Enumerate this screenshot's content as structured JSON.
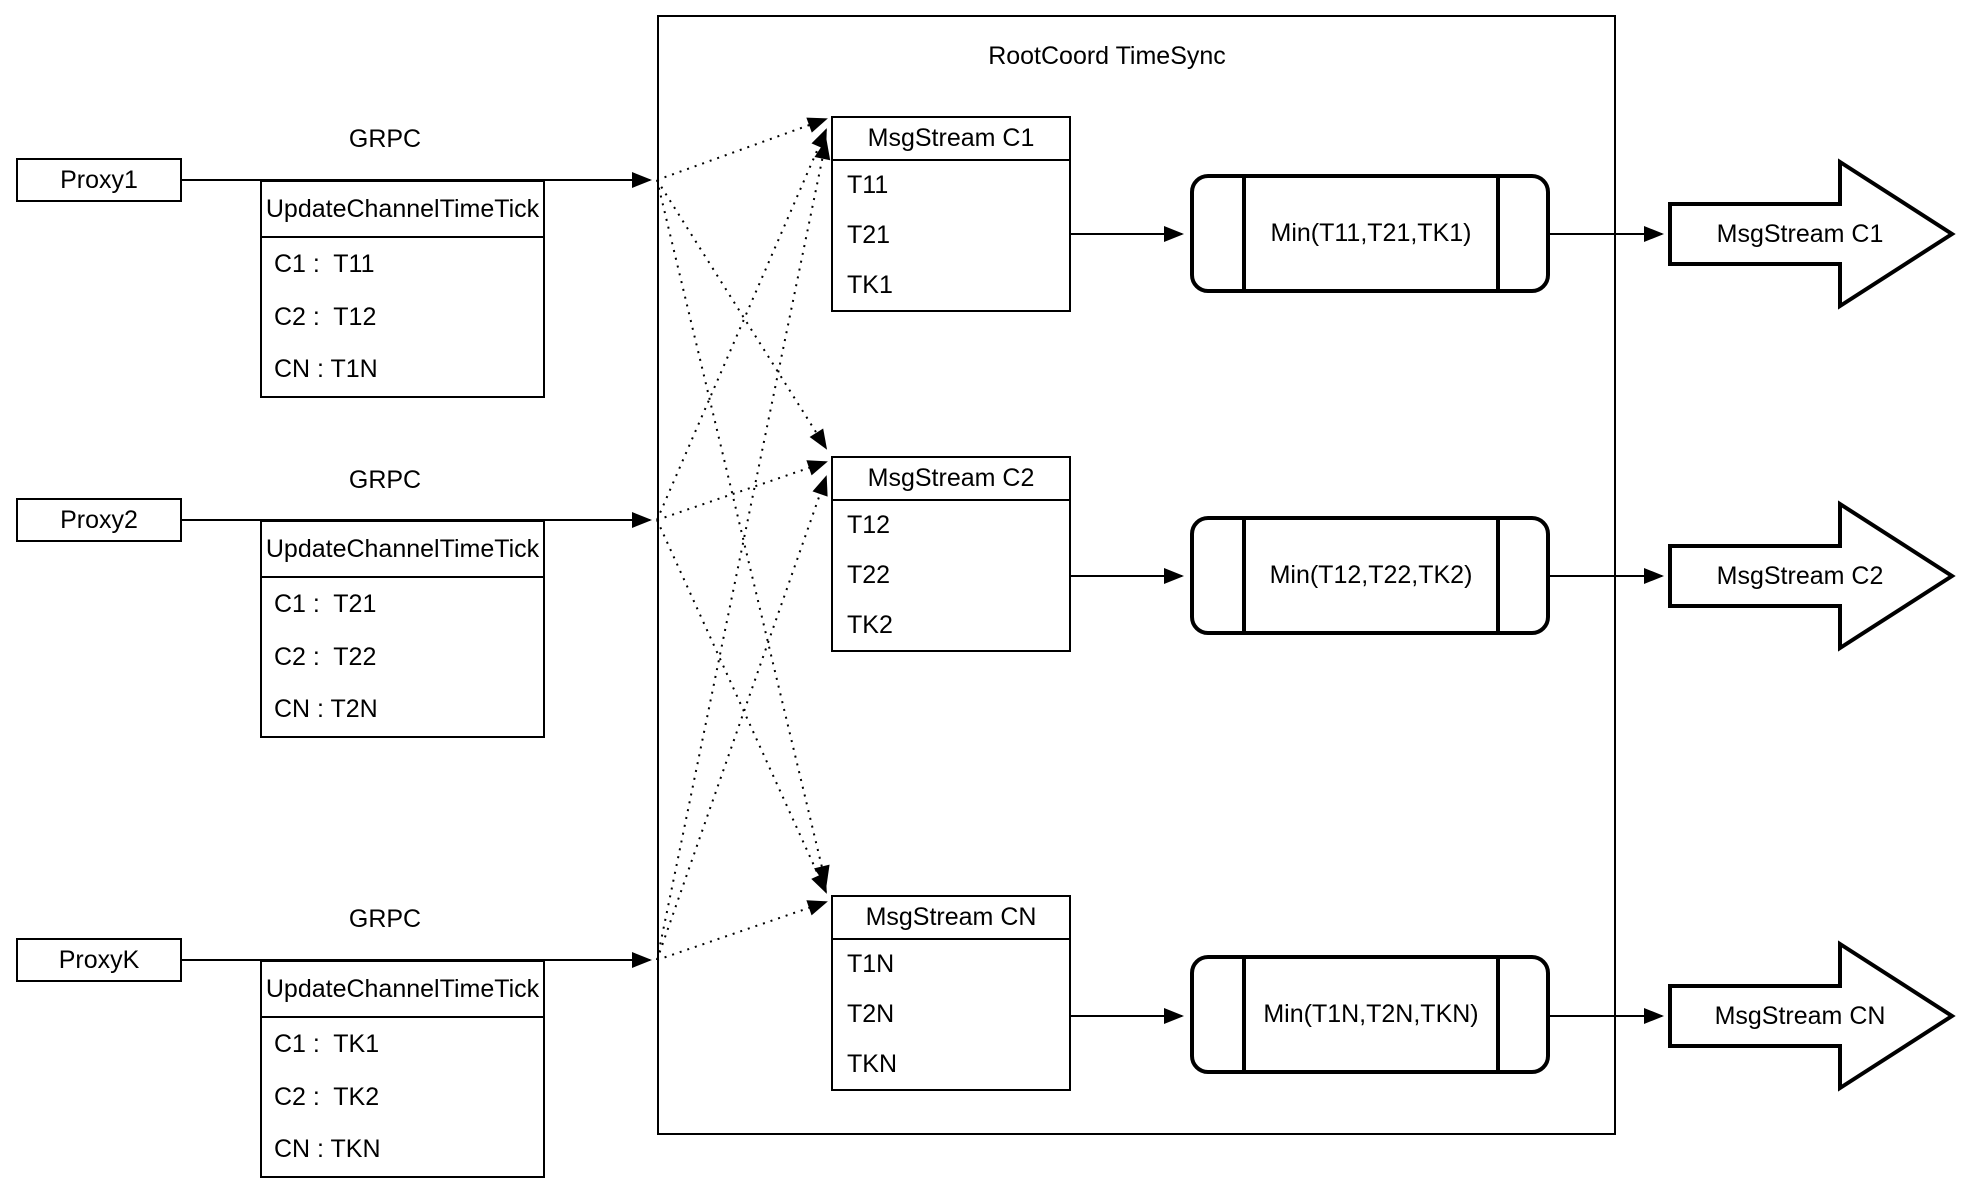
{
  "diagram": {
    "colors": {
      "stroke": "#000000",
      "background": "#ffffff"
    },
    "rootcoord": {
      "title": "RootCoord TimeSync"
    },
    "proxies": [
      {
        "label": "Proxy1",
        "grpc_label": "GRPC",
        "table": {
          "header": "UpdateChannelTimeTick",
          "rows": [
            "C1 :  T11",
            "C2 :  T12",
            "CN : T1N"
          ]
        }
      },
      {
        "label": "Proxy2",
        "grpc_label": "GRPC",
        "table": {
          "header": "UpdateChannelTimeTick",
          "rows": [
            "C1 :  T21",
            "C2 :  T22",
            "CN : T2N"
          ]
        }
      },
      {
        "label": "ProxyK",
        "grpc_label": "GRPC",
        "table": {
          "header": "UpdateChannelTimeTick",
          "rows": [
            "C1 :  TK1",
            "C2 :  TK2",
            "CN : TKN"
          ]
        }
      }
    ],
    "msgstreams": [
      {
        "title": "MsgStream C1",
        "rows": [
          "T11",
          "T21",
          "TK1"
        ]
      },
      {
        "title": "MsgStream C2",
        "rows": [
          "T12",
          "T22",
          "TK2"
        ]
      },
      {
        "title": "MsgStream CN",
        "rows": [
          "T1N",
          "T2N",
          "TKN"
        ]
      }
    ],
    "min_boxes": [
      {
        "label": "Min(T11,T21,TK1)"
      },
      {
        "label": "Min(T12,T22,TK2)"
      },
      {
        "label": "Min(T1N,T2N,TKN)"
      }
    ],
    "output_arrows": [
      {
        "label": "MsgStream C1"
      },
      {
        "label": "MsgStream C2"
      },
      {
        "label": "MsgStream CN"
      }
    ]
  }
}
